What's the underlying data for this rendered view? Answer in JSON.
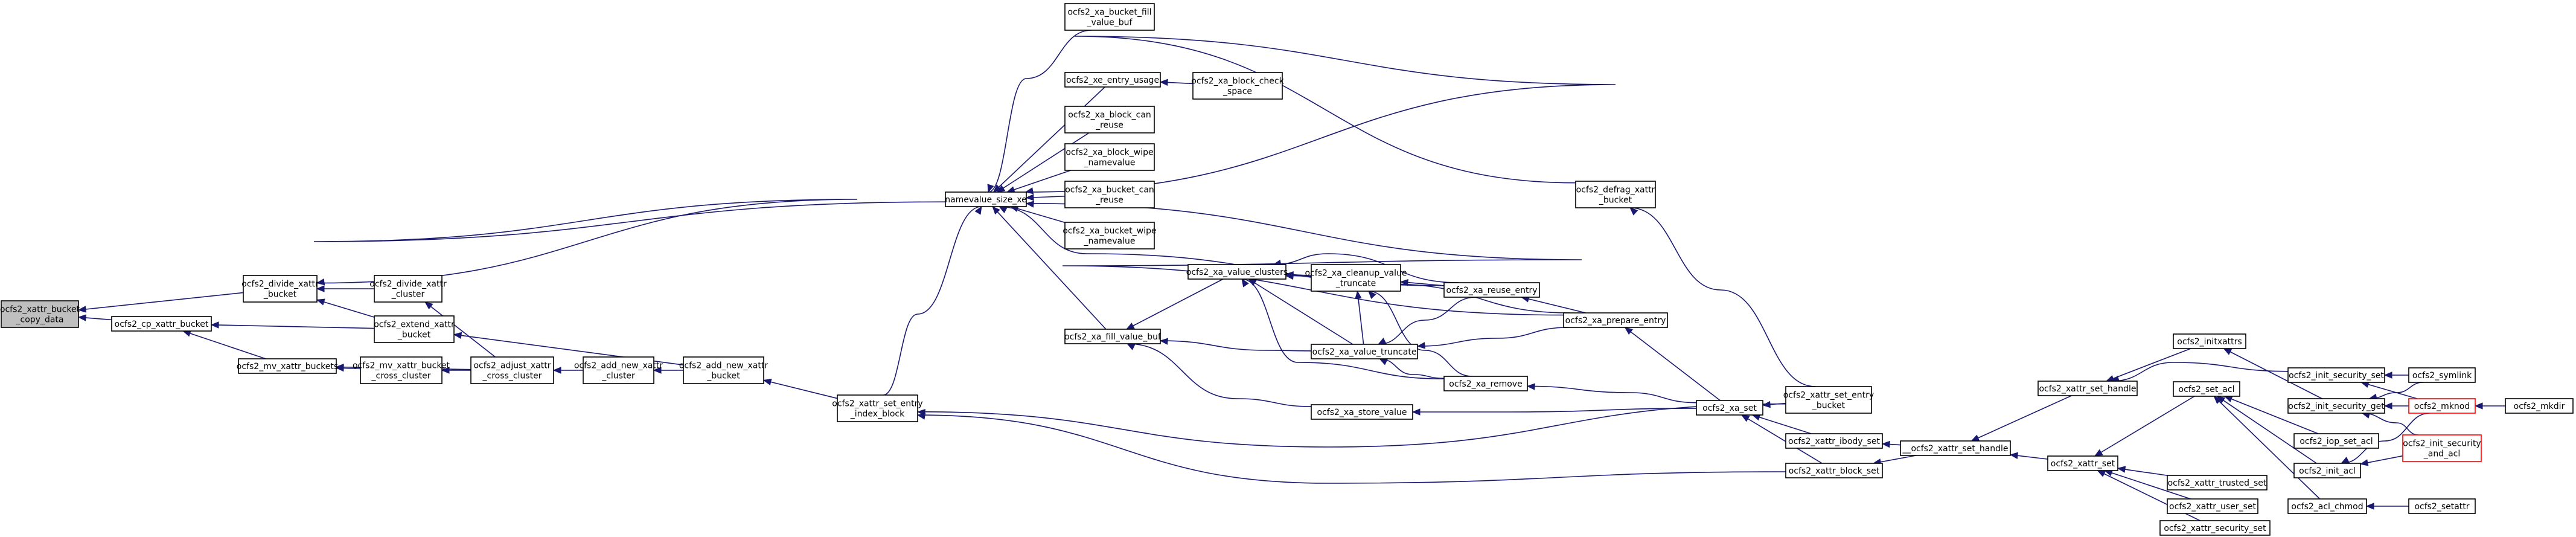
{
  "graph": {
    "edge_color": "#191970",
    "node_border": "#000000",
    "root_fill": "#bfbfbf",
    "highlight_border": "#ff0000",
    "nodes": [
      {
        "id": "copy",
        "lines": [
          "ocfs2_xattr_bucket",
          "_copy_data"
        ],
        "style": "root"
      },
      {
        "id": "divide_bucket",
        "lines": [
          "ocfs2_divide_xattr",
          "_bucket"
        ]
      },
      {
        "id": "cp_bucket",
        "lines": [
          "ocfs2_cp_xattr_bucket"
        ]
      },
      {
        "id": "mv_buckets",
        "lines": [
          "ocfs2_mv_xattr_buckets"
        ]
      },
      {
        "id": "divide_cluster",
        "lines": [
          "ocfs2_divide_xattr",
          "_cluster"
        ]
      },
      {
        "id": "extend_bucket",
        "lines": [
          "ocfs2_extend_xattr",
          "_bucket"
        ]
      },
      {
        "id": "mv_cross",
        "lines": [
          "ocfs2_mv_xattr_bucket",
          "_cross_cluster"
        ]
      },
      {
        "id": "adjust_cross",
        "lines": [
          "ocfs2_adjust_xattr",
          "_cross_cluster"
        ]
      },
      {
        "id": "add_cluster",
        "lines": [
          "ocfs2_add_new_xattr",
          "_cluster"
        ]
      },
      {
        "id": "add_bucket",
        "lines": [
          "ocfs2_add_new_xattr",
          "_bucket"
        ]
      },
      {
        "id": "set_entry_index",
        "lines": [
          "ocfs2_xattr_set_entry",
          "_index_block"
        ]
      },
      {
        "id": "namevalue",
        "lines": [
          "namevalue_size_xe"
        ]
      },
      {
        "id": "bucket_fill",
        "lines": [
          "ocfs2_xa_bucket_fill",
          "_value_buf"
        ]
      },
      {
        "id": "entry_usage",
        "lines": [
          "ocfs2_xe_entry_usage"
        ]
      },
      {
        "id": "block_check",
        "lines": [
          "ocfs2_xa_block_check",
          "_space"
        ]
      },
      {
        "id": "block_can_reuse",
        "lines": [
          "ocfs2_xa_block_can",
          "_reuse"
        ]
      },
      {
        "id": "block_wipe",
        "lines": [
          "ocfs2_xa_block_wipe",
          "_namevalue"
        ]
      },
      {
        "id": "bucket_can_reuse",
        "lines": [
          "ocfs2_xa_bucket_can",
          "_reuse"
        ]
      },
      {
        "id": "bucket_wipe",
        "lines": [
          "ocfs2_xa_bucket_wipe",
          "_namevalue"
        ]
      },
      {
        "id": "fill_value_buf",
        "lines": [
          "ocfs2_xa_fill_value_buf"
        ]
      },
      {
        "id": "value_clusters",
        "lines": [
          "ocfs2_xa_value_clusters"
        ]
      },
      {
        "id": "cleanup_truncate",
        "lines": [
          "ocfs2_xa_cleanup_value",
          "_truncate"
        ]
      },
      {
        "id": "value_truncate",
        "lines": [
          "ocfs2_xa_value_truncate"
        ]
      },
      {
        "id": "store_value",
        "lines": [
          "ocfs2_xa_store_value"
        ]
      },
      {
        "id": "reuse_entry",
        "lines": [
          "ocfs2_xa_reuse_entry"
        ]
      },
      {
        "id": "prepare_entry",
        "lines": [
          "ocfs2_xa_prepare_entry"
        ]
      },
      {
        "id": "xa_remove",
        "lines": [
          "ocfs2_xa_remove"
        ]
      },
      {
        "id": "xa_set",
        "lines": [
          "ocfs2_xa_set"
        ]
      },
      {
        "id": "defrag",
        "lines": [
          "ocfs2_defrag_xattr",
          "_bucket"
        ]
      },
      {
        "id": "set_entry_bucket",
        "lines": [
          "ocfs2_xattr_set_entry",
          "_bucket"
        ]
      },
      {
        "id": "ibody_set",
        "lines": [
          "ocfs2_xattr_ibody_set"
        ]
      },
      {
        "id": "block_set",
        "lines": [
          "ocfs2_xattr_block_set"
        ]
      },
      {
        "id": "set_handle_internal",
        "lines": [
          "__ocfs2_xattr_set_handle"
        ]
      },
      {
        "id": "set_handle",
        "lines": [
          "ocfs2_xattr_set_handle"
        ]
      },
      {
        "id": "xattr_set",
        "lines": [
          "ocfs2_xattr_set"
        ]
      },
      {
        "id": "init_sec_set",
        "lines": [
          "ocfs2_init_security_set"
        ]
      },
      {
        "id": "initxattrs",
        "lines": [
          "ocfs2_initxattrs"
        ]
      },
      {
        "id": "init_sec_get",
        "lines": [
          "ocfs2_init_security_get"
        ]
      },
      {
        "id": "set_acl",
        "lines": [
          "ocfs2_set_acl"
        ]
      },
      {
        "id": "iop_set_acl",
        "lines": [
          "ocfs2_iop_set_acl"
        ]
      },
      {
        "id": "init_acl",
        "lines": [
          "ocfs2_init_acl"
        ]
      },
      {
        "id": "trusted_set",
        "lines": [
          "ocfs2_xattr_trusted_set"
        ]
      },
      {
        "id": "user_set",
        "lines": [
          "ocfs2_xattr_user_set"
        ]
      },
      {
        "id": "security_set",
        "lines": [
          "ocfs2_xattr_security_set"
        ]
      },
      {
        "id": "acl_chmod",
        "lines": [
          "ocfs2_acl_chmod"
        ]
      },
      {
        "id": "setattr",
        "lines": [
          "ocfs2_setattr"
        ]
      },
      {
        "id": "symlink",
        "lines": [
          "ocfs2_symlink"
        ]
      },
      {
        "id": "mknod",
        "lines": [
          "ocfs2_mknod"
        ],
        "style": "red"
      },
      {
        "id": "mkdir",
        "lines": [
          "ocfs2_mkdir"
        ]
      },
      {
        "id": "init_sec_and_acl",
        "lines": [
          "ocfs2_init_security",
          "_and_acl"
        ],
        "style": "red"
      }
    ],
    "edges": [
      [
        "divide_bucket",
        "copy"
      ],
      [
        "cp_bucket",
        "copy"
      ],
      [
        "divide_cluster",
        "divide_bucket"
      ],
      [
        "extend_bucket",
        "divide_bucket"
      ],
      [
        "extend_bucket",
        "cp_bucket"
      ],
      [
        "mv_buckets",
        "cp_bucket"
      ],
      [
        "mv_cross",
        "mv_buckets"
      ],
      [
        "adjust_cross",
        "mv_buckets"
      ],
      [
        "adjust_cross",
        "mv_cross"
      ],
      [
        "adjust_cross",
        "divide_cluster"
      ],
      [
        "add_cluster",
        "adjust_cross"
      ],
      [
        "add_bucket",
        "add_cluster"
      ],
      [
        "add_bucket",
        "extend_bucket"
      ],
      [
        "set_entry_index",
        "add_bucket"
      ],
      [
        "namevalue",
        "divide_bucket"
      ],
      [
        "set_entry_index",
        "namevalue"
      ],
      [
        "bucket_fill",
        "namevalue"
      ],
      [
        "entry_usage",
        "namevalue"
      ],
      [
        "block_can_reuse",
        "namevalue"
      ],
      [
        "block_wipe",
        "namevalue"
      ],
      [
        "bucket_can_reuse",
        "namevalue"
      ],
      [
        "bucket_wipe",
        "namevalue"
      ],
      [
        "fill_value_buf",
        "namevalue"
      ],
      [
        "reuse_entry",
        "namevalue"
      ],
      [
        "prepare_entry",
        "namevalue"
      ],
      [
        "defrag",
        "namevalue"
      ],
      [
        "block_check",
        "entry_usage"
      ],
      [
        "value_clusters",
        "fill_value_buf"
      ],
      [
        "value_truncate",
        "fill_value_buf"
      ],
      [
        "store_value",
        "fill_value_buf"
      ],
      [
        "cleanup_truncate",
        "value_clusters"
      ],
      [
        "value_truncate",
        "value_clusters"
      ],
      [
        "reuse_entry",
        "value_clusters"
      ],
      [
        "prepare_entry",
        "value_clusters"
      ],
      [
        "xa_remove",
        "value_clusters"
      ],
      [
        "value_truncate",
        "cleanup_truncate"
      ],
      [
        "reuse_entry",
        "cleanup_truncate"
      ],
      [
        "xa_remove",
        "cleanup_truncate"
      ],
      [
        "reuse_entry",
        "value_truncate"
      ],
      [
        "prepare_entry",
        "value_truncate"
      ],
      [
        "xa_remove",
        "value_truncate"
      ],
      [
        "prepare_entry",
        "reuse_entry"
      ],
      [
        "xa_set",
        "prepare_entry"
      ],
      [
        "xa_set",
        "xa_remove"
      ],
      [
        "xa_set",
        "store_value"
      ],
      [
        "set_entry_bucket",
        "xa_set"
      ],
      [
        "set_entry_bucket",
        "set_entry_index"
      ],
      [
        "set_entry_bucket",
        "defrag"
      ],
      [
        "ibody_set",
        "xa_set"
      ],
      [
        "block_set",
        "xa_set"
      ],
      [
        "block_set",
        "set_entry_index"
      ],
      [
        "set_handle_internal",
        "ibody_set"
      ],
      [
        "set_handle_internal",
        "block_set"
      ],
      [
        "set_handle",
        "set_handle_internal"
      ],
      [
        "xattr_set",
        "set_handle_internal"
      ],
      [
        "init_sec_set",
        "set_handle"
      ],
      [
        "initxattrs",
        "set_handle"
      ],
      [
        "set_acl",
        "xattr_set"
      ],
      [
        "trusted_set",
        "xattr_set"
      ],
      [
        "user_set",
        "xattr_set"
      ],
      [
        "security_set",
        "xattr_set"
      ],
      [
        "init_sec_get",
        "initxattrs"
      ],
      [
        "iop_set_acl",
        "set_acl"
      ],
      [
        "init_acl",
        "set_acl"
      ],
      [
        "acl_chmod",
        "set_acl"
      ],
      [
        "setattr",
        "acl_chmod"
      ],
      [
        "symlink",
        "init_sec_set"
      ],
      [
        "mknod",
        "init_sec_set"
      ],
      [
        "symlink",
        "init_sec_get"
      ],
      [
        "mknod",
        "init_sec_get"
      ],
      [
        "init_sec_and_acl",
        "init_sec_get"
      ],
      [
        "mknod",
        "init_acl"
      ],
      [
        "init_sec_and_acl",
        "init_acl"
      ],
      [
        "mkdir",
        "mknod"
      ]
    ]
  }
}
